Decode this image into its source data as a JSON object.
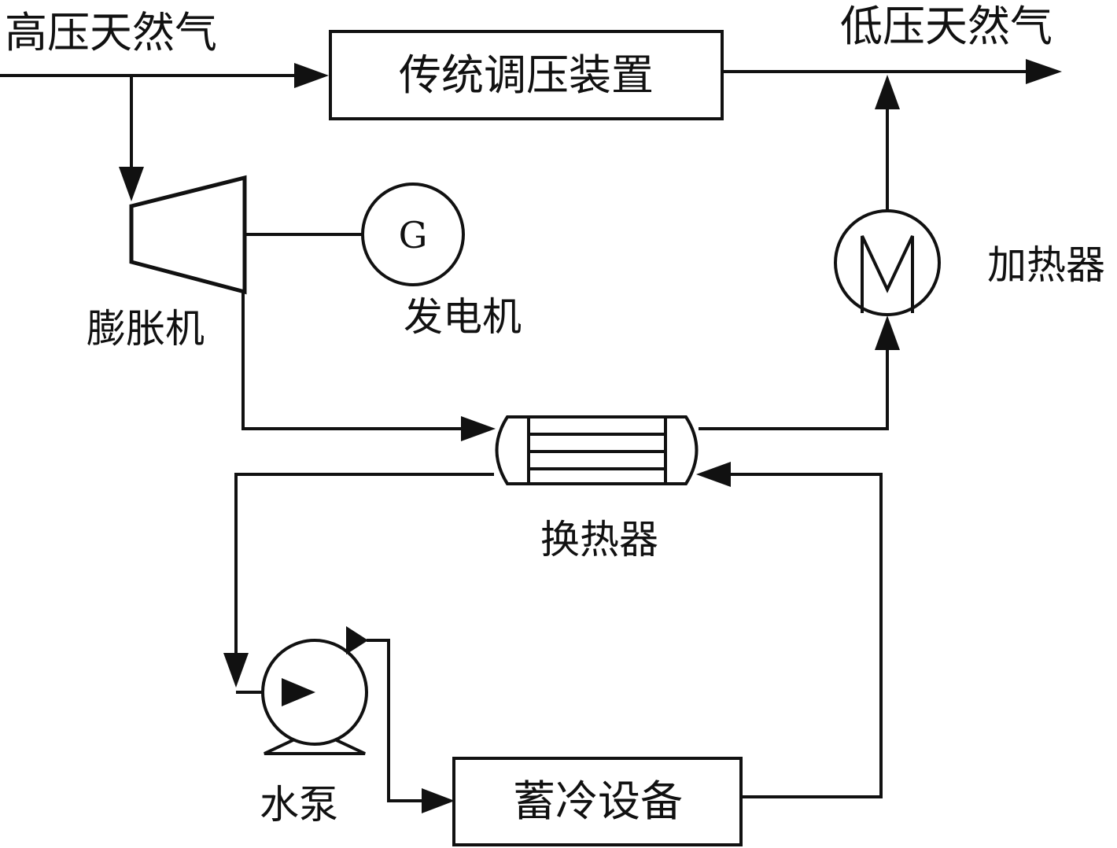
{
  "labels": {
    "inlet_gas": "高压天然气",
    "outlet_gas": "低压天然气",
    "regulator": "传统调压装置",
    "expander": "膨胀机",
    "generator": "发电机",
    "generator_symbol": "G",
    "heater": "加热器",
    "heat_exchanger": "换热器",
    "pump": "水泵",
    "cold_storage": "蓄冷设备"
  },
  "colors": {
    "line": "#111111",
    "background": "#ffffff"
  }
}
